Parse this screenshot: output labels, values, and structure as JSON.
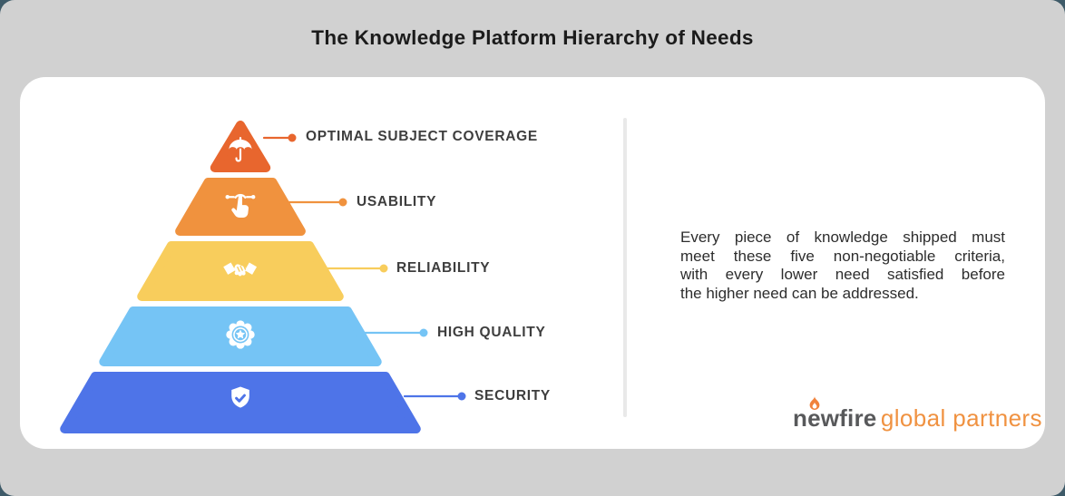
{
  "header": {
    "title": "The Knowledge Platform Hierarchy of Needs"
  },
  "pyramid": {
    "levels": [
      {
        "label": "OPTIMAL SUBJECT COVERAGE",
        "color": "#E8662E",
        "icon": "umbrella-icon"
      },
      {
        "label": "USABILITY",
        "color": "#F0923E",
        "icon": "tap-gesture-icon"
      },
      {
        "label": "RELIABILITY",
        "color": "#F8CD5C",
        "icon": "handshake-icon"
      },
      {
        "label": "HIGH QUALITY",
        "color": "#75C4F5",
        "icon": "quality-badge-icon"
      },
      {
        "label": "SECURITY",
        "color": "#4E74E8",
        "icon": "shield-check-icon"
      }
    ]
  },
  "description": {
    "lines": [
      "Every piece of knowledge shipped must",
      "meet these five non-negotiable criteria,",
      "with every lower need satisfied before",
      "the higher need can be addressed."
    ]
  },
  "logo": {
    "brand": "newfire",
    "suffix": "global partners",
    "brand_color": "#58595B",
    "suffix_color": "#F09241",
    "flame_color": "#F0823C"
  },
  "colors": {
    "page_background": "#3E5A68",
    "canvas_background": "#D1D1D1",
    "card_background": "#FFFFFF",
    "divider": "#E9E9E9",
    "title_text": "#1B1B1B",
    "label_text": "#3E3E3E",
    "body_text": "#2D2D2D"
  }
}
